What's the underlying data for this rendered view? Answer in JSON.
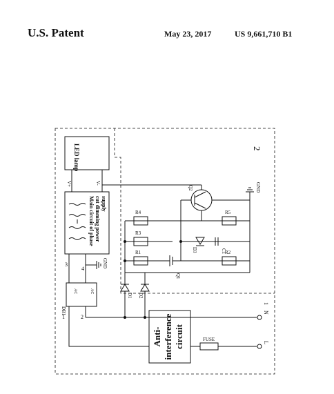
{
  "header": {
    "left": "U.S. Patent",
    "date": "May 23, 2017",
    "patent_number": "US 9,661,710 B1"
  },
  "figure": {
    "ref_2": "2",
    "led_lamp": "LED lamp",
    "v_plus": "V+",
    "v_minus": "V-",
    "main_circuit": [
      "Main circuit of phase",
      "cut dimming power",
      "supply"
    ],
    "gnd_1": "GND",
    "gnd_2": "GND",
    "pin_4": "4",
    "pin_3": "3",
    "pin_1": "1",
    "pin_2": "2",
    "rectifier": "DB1",
    "ac_top": "AC",
    "ac_bottom": "AC",
    "anti_interference": [
      "Anti-",
      "interference",
      "circuit"
    ],
    "fuse": "FUSE",
    "terminal_n": "N",
    "terminal_l": "L",
    "terminal_n_num": "1",
    "d1": "D1",
    "d2": "D2",
    "d3": "D3",
    "q1": "Q1",
    "q2": "Q2",
    "r1": "R1",
    "r2": "R2",
    "r3": "R3",
    "r4": "R4",
    "r5": "R5",
    "c1": "C1"
  }
}
